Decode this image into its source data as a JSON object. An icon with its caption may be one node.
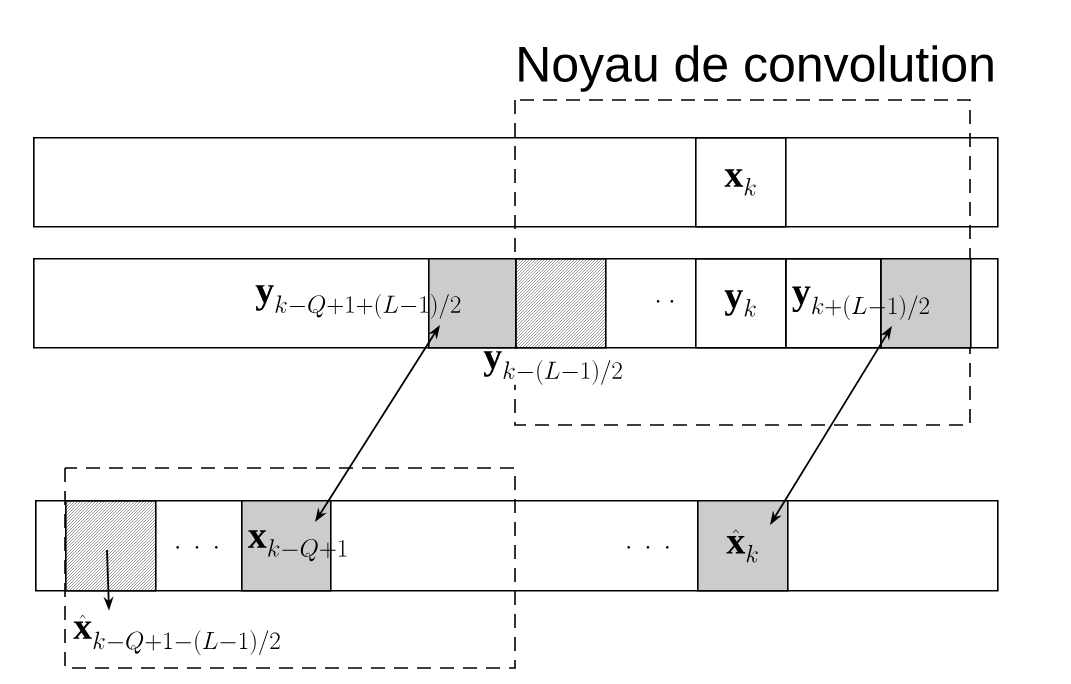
{
  "diagram": {
    "nodes": [
      {
        "text": [],
        "shape": "box"
      },
      {
        "text": [
          "\\mathbf{x}_k"
        ],
        "in": 0
      },
      {
        "text": [],
        "shape": "box"
      },
      {
        "text": [],
        "shape": "box",
        "in": 2
      },
      {
        "text": [],
        "shape": "box",
        "in": 2
      },
      {
        "text": [
          "\\mathbf{y}_k"
        ],
        "in": 2
      },
      {
        "text": [
          "\\mathbf{y}_{k+(L-1)/2}"
        ],
        "in": 2
      },
      {
        "text": [],
        "shape": "box",
        "in": 2
      },
      {
        "text": [],
        "shape": "box"
      },
      {
        "text": [],
        "shape": "box",
        "in": 8
      },
      {
        "text": [
          "\\mathbf{x}_{k-Q+1}"
        ],
        "in": 8
      },
      {
        "text": [
          "\\hat{\\mathbf{x}}_k"
        ],
        "in": 8
      },
      {
        "text": [
          "\\hat{\\mathbf{x}}_{k-Q+1-(L-1)/2}"
        ]
      }
    ],
    "edges": [
      {
        "from": 10,
        "to": 3,
        "arrow": "both"
      },
      {
        "from": 11,
        "to": 7,
        "arrow": "both"
      },
      {
        "from": 9,
        "to": 12,
        "arrow": "to"
      }
    ],
    "labels": [
      "Noyau de convolution",
      "\\mathbf{y}_{k-Q+1+(L-1)/2}",
      "\\cdot\\;\\cdot",
      "\\mathbf{y}_{k-(L-1)/2}",
      "\\cdot\\;\\cdot\\;\\cdot",
      "\\cdot\\;\\cdot\\;\\cdot"
    ]
  }
}
